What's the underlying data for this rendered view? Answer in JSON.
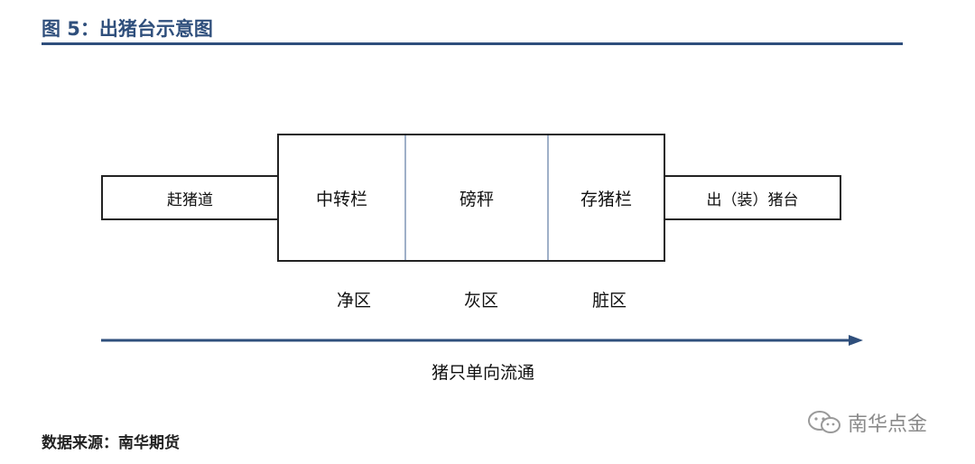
{
  "figure": {
    "title": "图 5：出猪台示意图",
    "source": "数据来源：南华期货"
  },
  "diagram": {
    "entry": "赶猪道",
    "stations": [
      "中转栏",
      "磅秤",
      "存猪栏"
    ],
    "exit": "出（装）猪台",
    "zones": [
      "净区",
      "灰区",
      "脏区"
    ],
    "flow_label": "猪只单向流通"
  },
  "watermark": {
    "text": "南华点金",
    "icon": "wechat-icon"
  },
  "colors": {
    "title": "#2f4f7c",
    "rule": "#2f4f7c",
    "arrow": "#2f4f7c",
    "divider": "#9fb0c8"
  }
}
